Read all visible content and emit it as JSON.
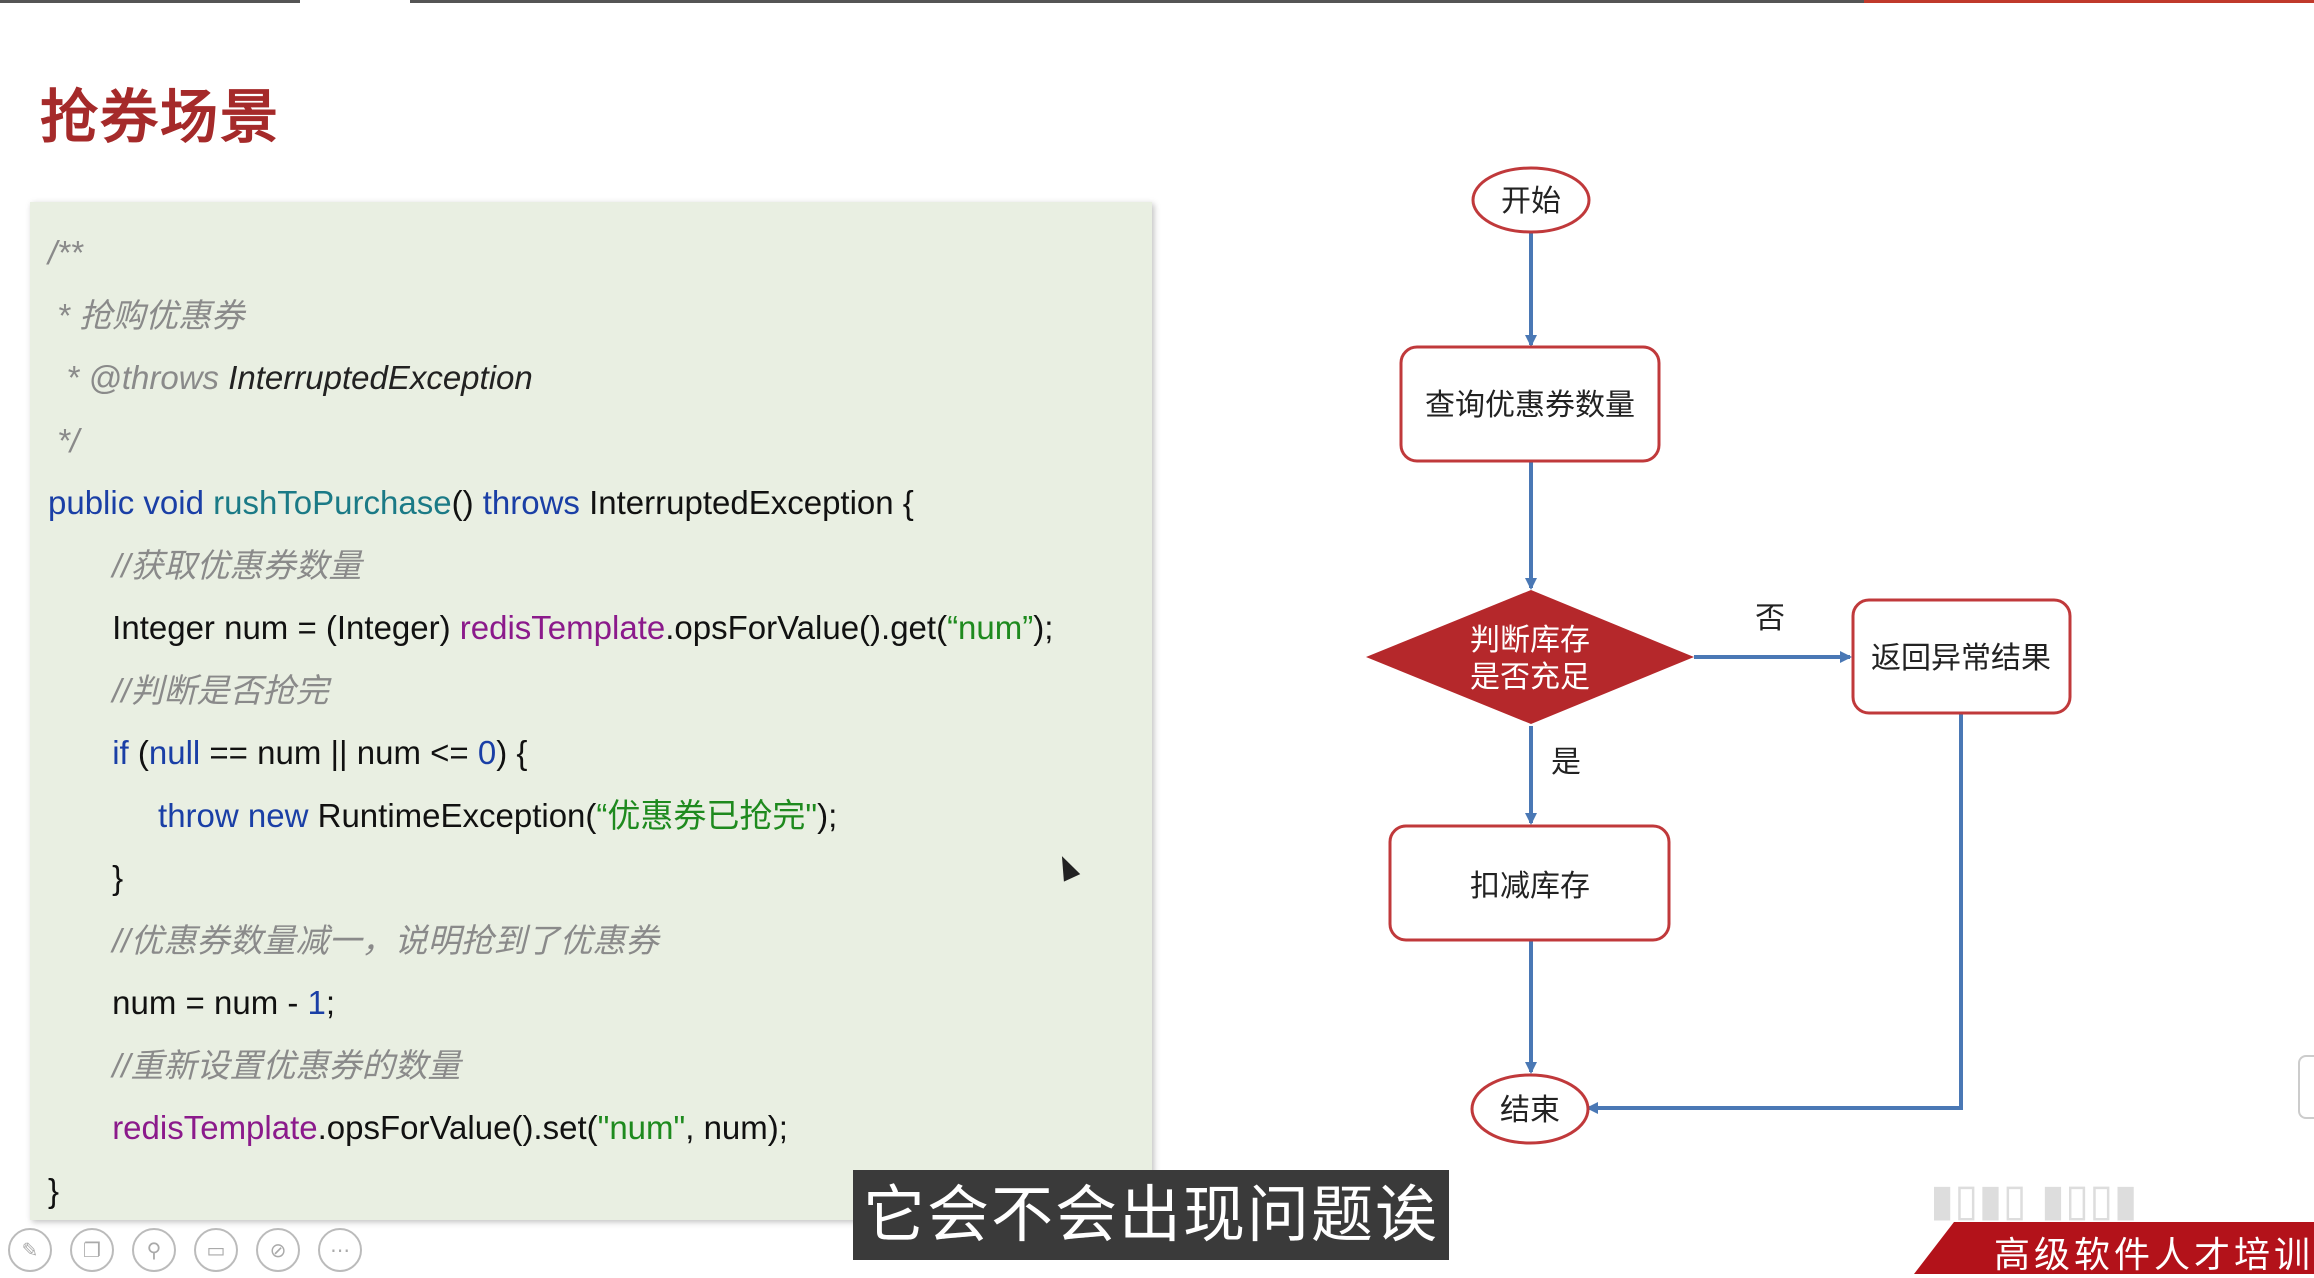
{
  "slide": {
    "title": "抢券场景"
  },
  "code_lines": [
    {
      "parts": [
        {
          "t": "/**",
          "c": "cm"
        }
      ]
    },
    {
      "parts": [
        {
          "t": " * 抢购优惠券",
          "c": "cm"
        }
      ]
    },
    {
      "parts": [
        {
          "t": "  * @throws ",
          "c": "cm"
        },
        {
          "t": "InterruptedException",
          "c": "cmk"
        }
      ]
    },
    {
      "parts": [
        {
          "t": " */",
          "c": "cm"
        }
      ]
    },
    {
      "parts": [
        {
          "t": "public void ",
          "c": "kw"
        },
        {
          "t": "rushToPurchase",
          "c": "fn"
        },
        {
          "t": "() ",
          "c": ""
        },
        {
          "t": "throws ",
          "c": "kw"
        },
        {
          "t": "InterruptedException {",
          "c": ""
        }
      ]
    },
    {
      "parts": [
        {
          "t": "       ",
          "c": ""
        },
        {
          "t": "//获取优惠券数量",
          "c": "cm"
        }
      ]
    },
    {
      "parts": [
        {
          "t": "       Integer num = (Integer) ",
          "c": ""
        },
        {
          "t": "redisTemplate",
          "c": "fld"
        },
        {
          "t": ".opsForValue().get(",
          "c": ""
        },
        {
          "t": "“num”",
          "c": "str"
        },
        {
          "t": ");",
          "c": ""
        }
      ]
    },
    {
      "parts": [
        {
          "t": "       ",
          "c": ""
        },
        {
          "t": "//判断是否抢完",
          "c": "cm"
        }
      ]
    },
    {
      "parts": [
        {
          "t": "       ",
          "c": ""
        },
        {
          "t": "if ",
          "c": "kw"
        },
        {
          "t": "(",
          "c": ""
        },
        {
          "t": "null",
          "c": "kw"
        },
        {
          "t": " == num || num <= ",
          "c": ""
        },
        {
          "t": "0",
          "c": "num"
        },
        {
          "t": ") {",
          "c": ""
        }
      ]
    },
    {
      "parts": [
        {
          "t": "            ",
          "c": ""
        },
        {
          "t": "throw new ",
          "c": "kw"
        },
        {
          "t": "RuntimeException(",
          "c": ""
        },
        {
          "t": "“优惠券已抢完\"",
          "c": "str"
        },
        {
          "t": ");",
          "c": ""
        }
      ]
    },
    {
      "parts": [
        {
          "t": "       }",
          "c": ""
        }
      ]
    },
    {
      "parts": [
        {
          "t": "       ",
          "c": ""
        },
        {
          "t": "//优惠券数量减一，说明抢到了优惠券",
          "c": "cm"
        }
      ]
    },
    {
      "parts": [
        {
          "t": "       num = num - ",
          "c": ""
        },
        {
          "t": "1",
          "c": "num"
        },
        {
          "t": ";",
          "c": ""
        }
      ]
    },
    {
      "parts": [
        {
          "t": "       ",
          "c": ""
        },
        {
          "t": "//重新设置优惠券的数量",
          "c": "cm"
        }
      ]
    },
    {
      "parts": [
        {
          "t": "       ",
          "c": ""
        },
        {
          "t": "redisTemplate",
          "c": "fld"
        },
        {
          "t": ".opsForValue().set(",
          "c": ""
        },
        {
          "t": "\"num\"",
          "c": "str"
        },
        {
          "t": ", num);",
          "c": ""
        }
      ]
    },
    {
      "parts": [
        {
          "t": "}",
          "c": ""
        }
      ]
    }
  ],
  "flowchart": {
    "start": "开始",
    "query": "查询优惠券数量",
    "decision_line1": "判断库存",
    "decision_line2": "是否充足",
    "no_label": "否",
    "yes_label": "是",
    "error": "返回异常结果",
    "deduct": "扣减库存",
    "end": "结束",
    "colors": {
      "node_border": "#c0393b",
      "arrow": "#4a78b5",
      "decision_fill": "#b5282b"
    }
  },
  "subtitle": "它会不会出现问题诶",
  "brand": "高级软件人才培训",
  "toolbar_icons": [
    "pen-icon",
    "copy-icon",
    "zoom-icon",
    "subtitle-icon",
    "no-image-icon",
    "more-icon"
  ]
}
